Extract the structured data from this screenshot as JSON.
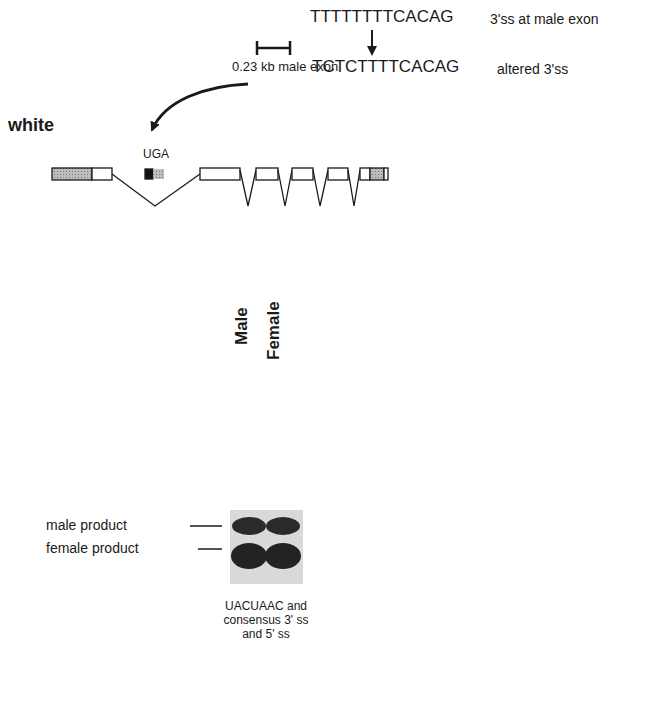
{
  "diagram": {
    "labels": [
      "TTTTTTTTCACAG",
      "3'ss at male exon",
      "TCTCTTTTCACAG",
      "altered 3'ss",
      "0.23 kb male exon",
      "white",
      "UGA",
      "Male",
      "Female",
      "male product",
      "female product",
      "UACUAAC and consensus 3' ss and 5' ss"
    ]
  }
}
